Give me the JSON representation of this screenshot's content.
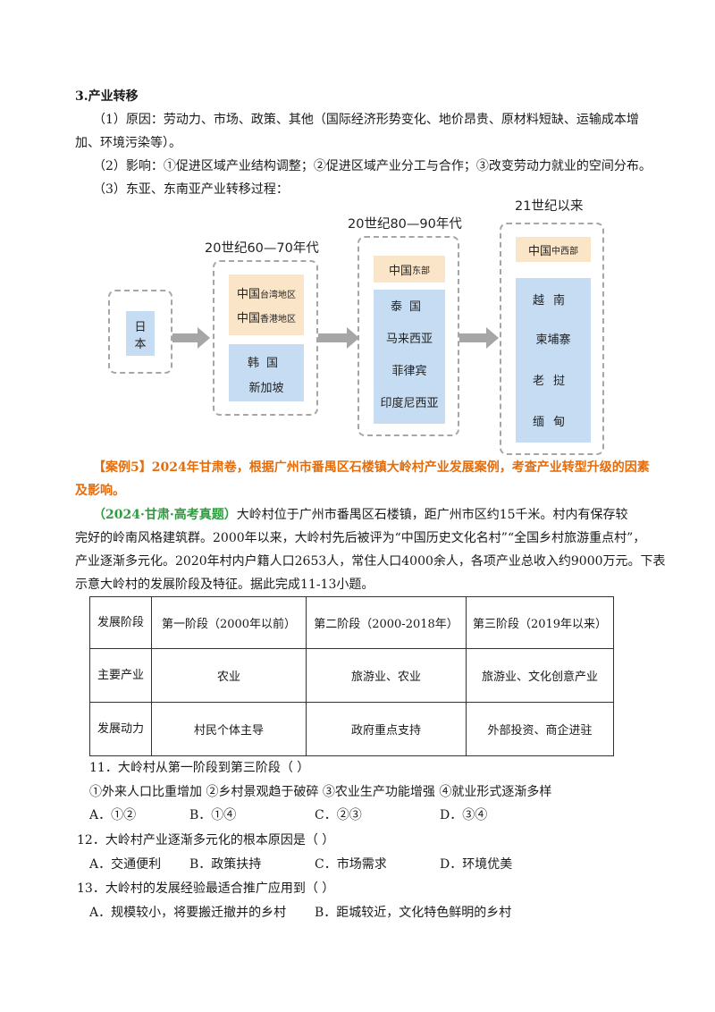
{
  "section": {
    "heading": "3.产业转移",
    "item1_line1": "（1）原因：劳动力、市场、政策、其他（国际经济形势变化、地价昂贵、原材料短缺、运输成本增",
    "item1_line2": "加、环境污染等）。",
    "item2": "（2）影响：①促进区域产业结构调整；②促进区域产业分工与合作；③改变劳动力就业的空间分布。",
    "item3": "（3）东亚、东南亚产业转移过程："
  },
  "diagram": {
    "start": "日本",
    "stages": [
      {
        "era": "20世纪60—70年代",
        "regions": [
          {
            "main": "中国",
            "sub": "台湾地区"
          },
          {
            "main": "中国",
            "sub": "香港地区"
          }
        ],
        "countries": [
          "韩国",
          "新加坡"
        ]
      },
      {
        "era": "20世纪80—90年代",
        "regions": [
          {
            "main": "中国",
            "sub": "东部"
          }
        ],
        "countries": [
          "泰国",
          "马来西亚",
          "菲律宾",
          "印度尼西亚"
        ]
      },
      {
        "era": "21世纪以来",
        "regions": [
          {
            "main": "中国",
            "sub": "中西部"
          }
        ],
        "countries": [
          "越南",
          "柬埔寨",
          "老挝",
          "缅甸"
        ]
      }
    ]
  },
  "case": {
    "title_line1": "【案例5】2024年甘肃卷，根据广州市番禺区石楼镇大岭村产业发展案例，考查产业转型升级的因素",
    "title_line2": "及影响。",
    "source": "（2024·甘肃·高考真题）",
    "para_line1": "大岭村位于广州市番禺区石楼镇，距广州市区约15千米。村内有保存较",
    "para_line2": "完好的岭南风格建筑群。2000年以来，大岭村先后被评为“中国历史文化名村”“全国乡村旅游重点村”，",
    "para_line3": "产业逐渐多元化。2020年村内户籍人口2653人，常住人口4000余人，各项产业总收入约9000万元。下表",
    "para_line4": "示意大岭村的发展阶段及特征。据此完成11-13小题。"
  },
  "table": {
    "header": [
      "发展阶段",
      "第一阶段（2000年以前）",
      "第二阶段（2000-2018年）",
      "第三阶段（2019年以来）"
    ],
    "rows": [
      {
        "label": "主要产业",
        "cells": [
          "农业",
          "旅游业、农业",
          "旅游业、文化创意产业"
        ]
      },
      {
        "label": "发展动力",
        "cells": [
          "村民个体主导",
          "政府重点支持",
          "外部投资、商企进驻"
        ]
      }
    ]
  },
  "questions": [
    {
      "stem": "11．大岭村从第一阶段到第三阶段（    ）",
      "statements": "①外来人口比重增加   ②乡村景观趋于破碎   ③农业生产功能增强   ④就业形式逐渐多样",
      "options": [
        "A．①②",
        "B．①④",
        "C．②③",
        "D．③④"
      ]
    },
    {
      "stem": "12．大岭村产业逐渐多元化的根本原因是（    ）",
      "options": [
        "A．交通便利",
        "B．政策扶持",
        "C．市场需求",
        "D．环境优美"
      ]
    },
    {
      "stem": "13．大岭村的发展经验最适合推广应用到（    ）",
      "options": [
        "A．规模较小，将要搬迁撤并的乡村",
        "B．距城较近，文化特色鲜明的乡村"
      ]
    }
  ]
}
